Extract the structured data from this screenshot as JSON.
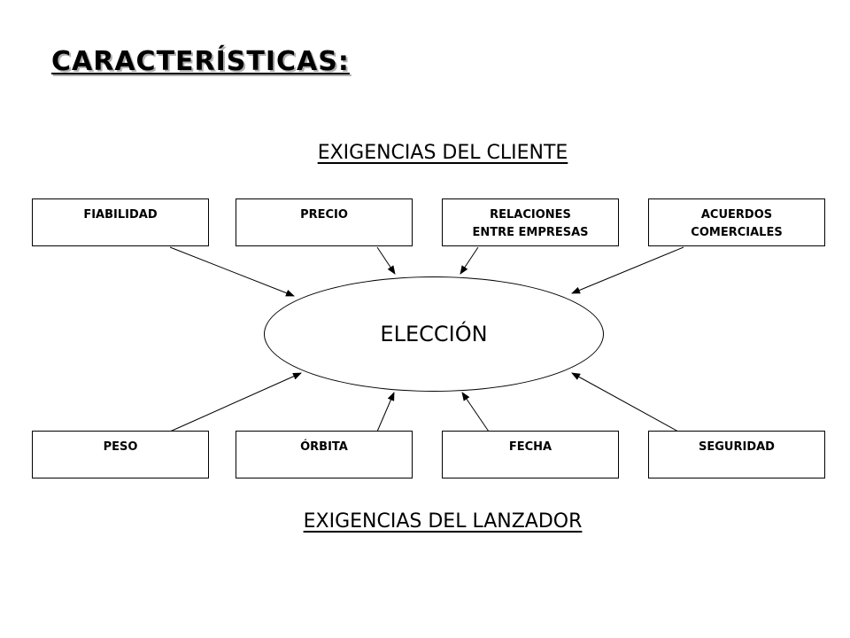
{
  "title": "CARACTERÍSTICAS:",
  "client_requirements": {
    "heading": "EXIGENCIAS DEL CLIENTE",
    "items": [
      "FIABILIDAD",
      "PRECIO",
      "RELACIONES\nENTRE EMPRESAS",
      "ACUERDOS\nCOMERCIALES"
    ]
  },
  "center": {
    "label": "ELECCIÓN"
  },
  "launcher_requirements": {
    "heading": "EXIGENCIAS DEL LANZADOR",
    "items": [
      "PESO",
      "ÓRBITA",
      "FECHA",
      "SEGURIDAD"
    ]
  },
  "edges": [
    {
      "from": "FIABILIDAD",
      "to": "ELECCIÓN"
    },
    {
      "from": "PRECIO",
      "to": "ELECCIÓN"
    },
    {
      "from": "RELACIONES\nENTRE EMPRESAS",
      "to": "ELECCIÓN"
    },
    {
      "from": "ACUERDOS\nCOMERCIALES",
      "to": "ELECCIÓN"
    },
    {
      "from": "PESO",
      "to": "ELECCIÓN"
    },
    {
      "from": "ÓRBITA",
      "to": "ELECCIÓN"
    },
    {
      "from": "FECHA",
      "to": "ELECCIÓN"
    },
    {
      "from": "SEGURIDAD",
      "to": "ELECCIÓN"
    }
  ]
}
